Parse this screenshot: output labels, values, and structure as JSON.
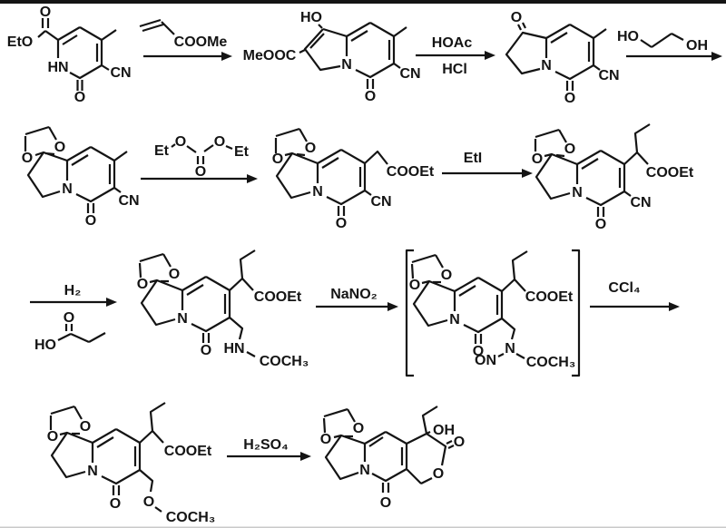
{
  "diagram": {
    "type": "organic-synthesis-reaction-scheme",
    "rows": 4,
    "atoms": {
      "O": "O",
      "N": "N",
      "HN": "HN",
      "CN": "CN",
      "HO": "HO",
      "OH": "OH",
      "ON": "ON",
      "Et": "Et",
      "EtO": "EtO",
      "MeOOC": "MeOOC",
      "COOMe": "COOMe",
      "COOEt": "COOEt",
      "COCH3": "COCH₃"
    },
    "reagent_labels": {
      "hoac": "HOAc",
      "hcl": "HCl",
      "eti": "EtI",
      "h2": "H₂",
      "nano2": "NaNO₂",
      "ccl4": "CCl₄",
      "h2so4": "H₂SO₄"
    },
    "ink_color": "#141414",
    "background_color": "#ffffff"
  }
}
